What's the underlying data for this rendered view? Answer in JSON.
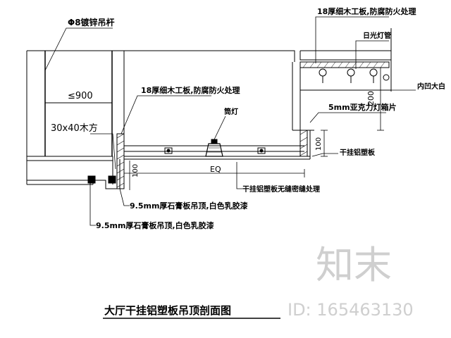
{
  "title": "大厅干挂铝塑板吊顶剖面图",
  "labels": {
    "rod": "Φ8镀锌吊杆",
    "wood_top": "18厚细木工板,防腐防火处理",
    "fluor": "日光灯管",
    "spacing": "≤900",
    "wood_mid": "18厚细木工板,防腐防火处理",
    "inner_cove": "内凹大白",
    "dim_200": "200",
    "acrylic": "5mm亚克力灯箱片",
    "batten": "30x40木方",
    "downlight": "筒灯",
    "dim_100_right": "100",
    "alu_panel": "干挂铝塑板",
    "dim_100_left": "100",
    "eq": "EQ",
    "alu_note": "干挂铝塑板无缝密缝处理",
    "gypsum_1": "9.5mm厚石膏板吊顶,白色乳胶漆",
    "gypsum_2": "9.5mm厚石膏板吊顶,白色乳胶漆"
  },
  "watermark": {
    "brand": "知末",
    "id": "ID: 165463130"
  }
}
